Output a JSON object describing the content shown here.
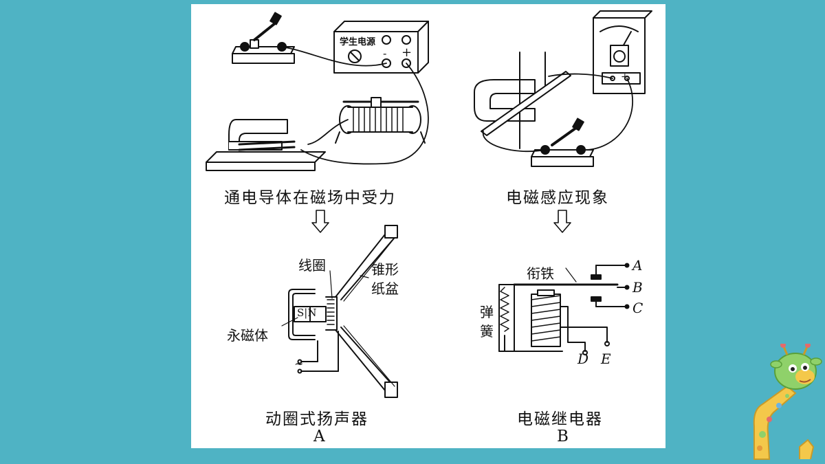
{
  "panel_a": {
    "top_caption": "通电导体在磁场中受力",
    "power_supply_label": "学生电源",
    "power_minus": "-",
    "power_plus": "+",
    "coil_label": "线圈",
    "cone_label_1": "锥形",
    "cone_label_2": "纸盆",
    "magnet_label": "永磁体",
    "magnet_poles": "S|N",
    "ac_symbol": "~",
    "bottom_caption": "动圈式扬声器",
    "letter": "A"
  },
  "panel_b": {
    "top_caption": "电磁感应现象",
    "meter_minus": "-",
    "meter_plus": "+",
    "armature_label": "衔铁",
    "spring_label_1": "弹",
    "spring_label_2": "簧",
    "terminal_a": "A",
    "terminal_b": "B",
    "terminal_c": "C",
    "terminal_d": "D",
    "terminal_e": "E",
    "bottom_caption": "电磁继电器",
    "letter": "B"
  },
  "colors": {
    "background": "#4fb3c4",
    "sheet": "#ffffff",
    "ink": "#111111"
  }
}
